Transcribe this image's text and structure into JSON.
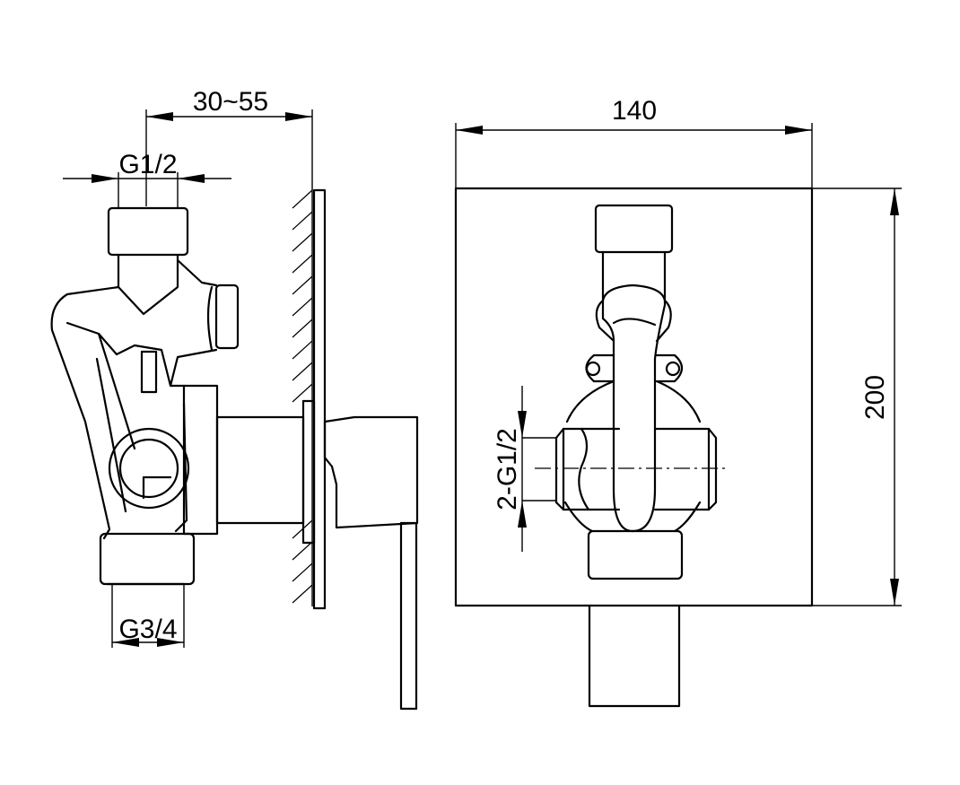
{
  "dimensions": {
    "wall_depth": "30~55",
    "top_inlet_thread": "G1/2",
    "bottom_outlet_thread": "G3/4",
    "plate_width": "140",
    "plate_height": "200",
    "side_ports_thread": "2-G1/2"
  },
  "colors": {
    "line": "#000000",
    "background": "#ffffff"
  }
}
